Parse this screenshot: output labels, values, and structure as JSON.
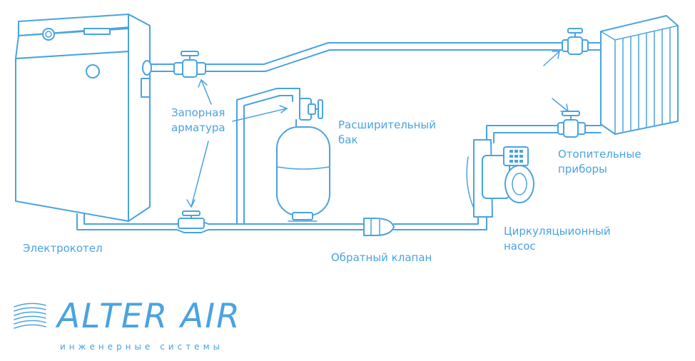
{
  "labels": {
    "boiler": "Электрокотел",
    "shutoff_valves": [
      "Запорная",
      "арматура"
    ],
    "expansion_tank": [
      "Расширительный",
      "бак"
    ],
    "heating_devices": [
      "Отопительные",
      "приборы"
    ],
    "circulation_pump": [
      "Циркуляцыионный",
      "насос"
    ],
    "check_valve": "Обратный клапан"
  },
  "logo": {
    "brand": "ALTER AIR",
    "tagline": "инженерные системы"
  },
  "colors": {
    "line": "#4aa3e2",
    "background": "#ffffff"
  }
}
